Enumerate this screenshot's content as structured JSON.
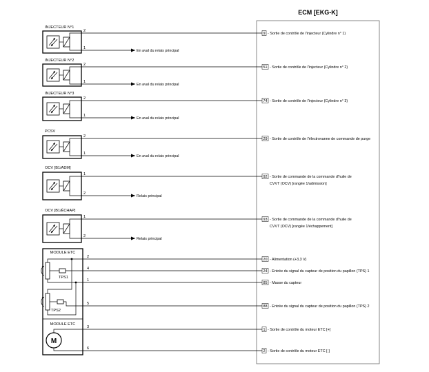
{
  "ecm": {
    "title": "ECM [EKG-K]"
  },
  "components": [
    {
      "label": "INJECTEUR N°1",
      "wires": [
        {
          "pin": "2",
          "ecm_pin": "9",
          "ecm_text": [
            "- Sortie de contrôle de l'injecteur (Cylindre n° 1)"
          ]
        },
        {
          "pin": "1",
          "to": "En aval du relais principal"
        }
      ]
    },
    {
      "label": "INJECTEUR N°2",
      "wires": [
        {
          "pin": "2",
          "ecm_pin": "51",
          "ecm_text": [
            "- Sortie de contrôle de l'injecteur (Cylindre n° 2)"
          ]
        },
        {
          "pin": "1",
          "to": "En aval du relais principal"
        }
      ]
    },
    {
      "label": "INJECTEUR N°3",
      "wires": [
        {
          "pin": "2",
          "ecm_pin": "74",
          "ecm_text": [
            "- Sortie de contrôle de l'injecteur (Cylindre n° 3)"
          ]
        },
        {
          "pin": "1",
          "to": "En aval du relais principal"
        }
      ]
    },
    {
      "label": "PCSV",
      "wires": [
        {
          "pin": "2",
          "ecm_pin": "29",
          "ecm_text": [
            "- Sortie de contrôle de l'électrovanne de commande de purge"
          ]
        },
        {
          "pin": "1",
          "to": "En aval du relais principal"
        }
      ]
    },
    {
      "label": "OCV [B1/ADM]",
      "wires": [
        {
          "pin": "1",
          "ecm_pin": "92",
          "ecm_text": [
            "- Sortie de commande de la commande d'huile de",
            "CVVT (OCV) [rangée 1/admission]"
          ]
        },
        {
          "pin": "2",
          "to": "Relais principal"
        }
      ]
    },
    {
      "label": "OCV [B1/ÉCHAP]",
      "wires": [
        {
          "pin": "1",
          "ecm_pin": "93",
          "ecm_text": [
            "- Sortie de commande de la commande d'huile de",
            "CVVT (OCV) [rangée 1/échappement]"
          ]
        },
        {
          "pin": "2",
          "to": "Relais principal"
        }
      ]
    }
  ],
  "etc_module": {
    "label": "MODULE ETC",
    "motor_label": "MODULE ETC",
    "tps1_label": "TPS1",
    "tps2_label": "TPS2",
    "motor_symbol": "M",
    "wires": [
      {
        "pin": "2",
        "ecm_pin": "20",
        "ecm_text": "- Alimentation (+3,3 V)"
      },
      {
        "pin": "4",
        "ecm_pin": "24",
        "ecm_text": "- Entrée du signal du capteur de position du papillon (TPS) 1"
      },
      {
        "pin": "1",
        "ecm_pin": "85",
        "ecm_text": "- Masse du capteur"
      },
      {
        "pin": "5",
        "ecm_pin": "88",
        "ecm_text": "- Entrée du signal du capteur de position du papillon (TPS) 2"
      },
      {
        "pin": "3",
        "ecm_pin": "1",
        "ecm_text": "- Sortie de contrôle du moteur ETC [+]"
      },
      {
        "pin": "6",
        "ecm_pin": "2",
        "ecm_text": "- Sortie de contrôle du moteur ETC [-]"
      }
    ]
  },
  "icons": {
    "valve": "solenoid-valve-icon",
    "sensor": "potentiometer-icon",
    "motor": "motor-icon",
    "arrow": "arrow-right-icon"
  }
}
